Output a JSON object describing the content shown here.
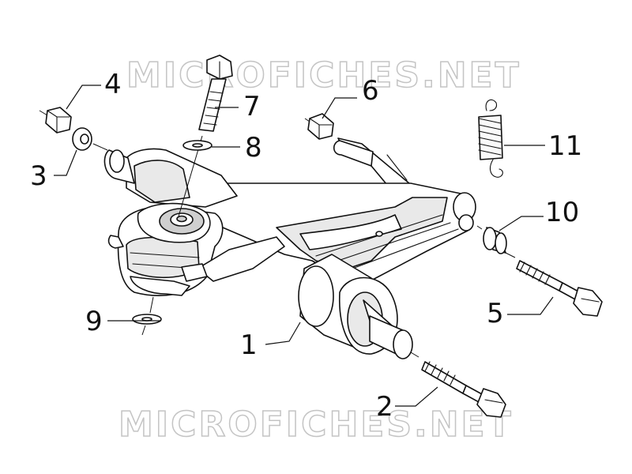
{
  "watermark": {
    "top": "MICROFICHES.NET",
    "bottom": "MICROFICHES.NET"
  },
  "callouts": {
    "p1": "1",
    "p2": "2",
    "p3": "3",
    "p4": "4",
    "p5": "5",
    "p6": "6",
    "p7": "7",
    "p8": "8",
    "p9": "9",
    "p10": "10",
    "p11": "11"
  }
}
